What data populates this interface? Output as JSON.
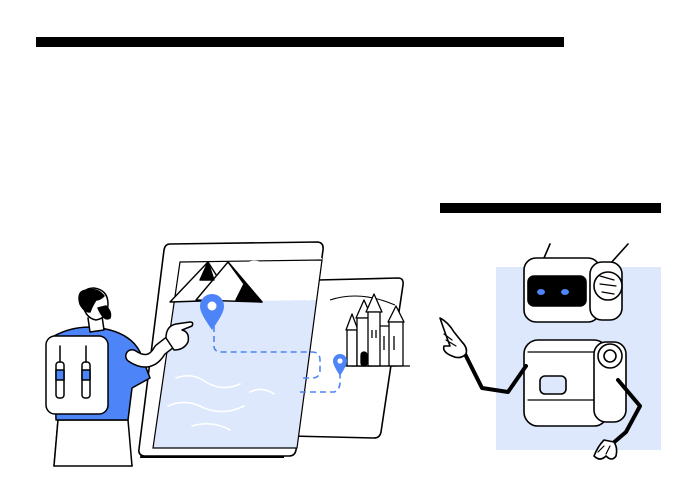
{
  "header": {
    "headline_placeholder": "title-bar"
  },
  "panel": {
    "caption_placeholder": "subtitle-bar"
  },
  "illustration": {
    "subject": "traveler-map-robot",
    "icons": [
      "location-pin-icon",
      "location-pin-icon",
      "mountain-icon",
      "castle-icon",
      "robot-icon",
      "traveler-icon"
    ]
  },
  "colors": {
    "accent": "#4d84f7",
    "accent_light": "#dde8fc",
    "ink": "#000000",
    "background": "#ffffff"
  }
}
